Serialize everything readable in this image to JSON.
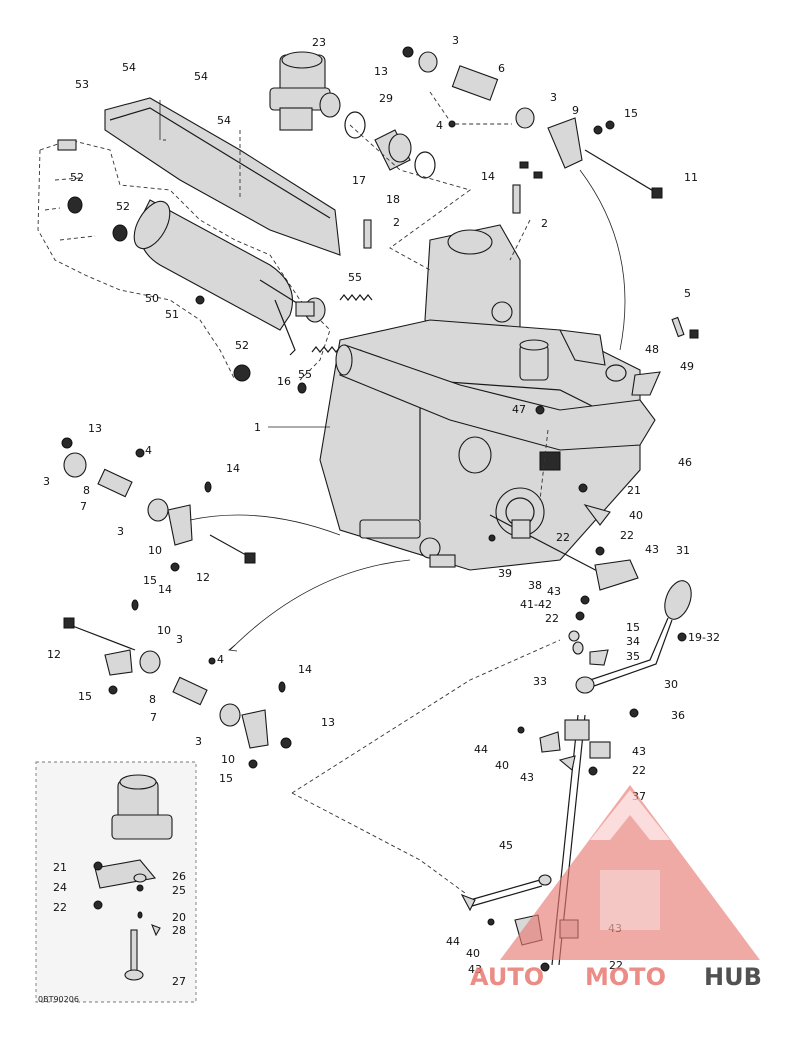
{
  "drawing_code": "0BT90206",
  "watermark": {
    "word_a": "AUTO",
    "word_b": "MOTO",
    "word_c": "HUB",
    "color_main": "#e87a72",
    "color_dark": "#333333"
  },
  "labels": {
    "l1": "1",
    "l2a": "2",
    "l2b": "2",
    "l3a": "3",
    "l3b": "3",
    "l3c": "3",
    "l3d": "3",
    "l3e": "3",
    "l3f": "3",
    "l4a": "4",
    "l4b": "4",
    "l4c": "4",
    "l5": "5",
    "l6": "6",
    "l7a": "7",
    "l7b": "7",
    "l8a": "8",
    "l8b": "8",
    "l9": "9",
    "l10a": "10",
    "l10b": "10",
    "l10c": "10",
    "l11": "11",
    "l12a": "12",
    "l12b": "12",
    "l13a": "13",
    "l13b": "13",
    "l13c": "13",
    "l14a": "14",
    "l14b": "14",
    "l14c": "14",
    "l14d": "14",
    "l15a": "15",
    "l15b": "15",
    "l15c": "15",
    "l15d": "15",
    "l15e": "15",
    "l16": "16",
    "l17": "17",
    "l18": "18",
    "l1932": "19-32",
    "l20": "20",
    "l21a": "21",
    "l21b": "21",
    "l22a": "22",
    "l22b": "22",
    "l22c": "22",
    "l22d": "22",
    "l22e": "22",
    "l22f": "22",
    "l23": "23",
    "l24": "24",
    "l25": "25",
    "l26": "26",
    "l27": "27",
    "l28": "28",
    "l29": "29",
    "l30": "30",
    "l31": "31",
    "l33": "33",
    "l34": "34",
    "l35": "35",
    "l36": "36",
    "l37": "37",
    "l38": "38",
    "l39": "39",
    "l40a": "40",
    "l40b": "40",
    "l40c": "40",
    "l4142": "41-42",
    "l43a": "43",
    "l43b": "43",
    "l43c": "43",
    "l43d": "43",
    "l43e": "43",
    "l43f": "43",
    "l44a": "44",
    "l44b": "44",
    "l45": "45",
    "l46": "46",
    "l47": "47",
    "l48": "48",
    "l49": "49",
    "l50": "50",
    "l51": "51",
    "l52a": "52",
    "l52b": "52",
    "l52c": "52",
    "l53": "53",
    "l54a": "54",
    "l54b": "54",
    "l54c": "54",
    "l55a": "55",
    "l55b": "55"
  }
}
